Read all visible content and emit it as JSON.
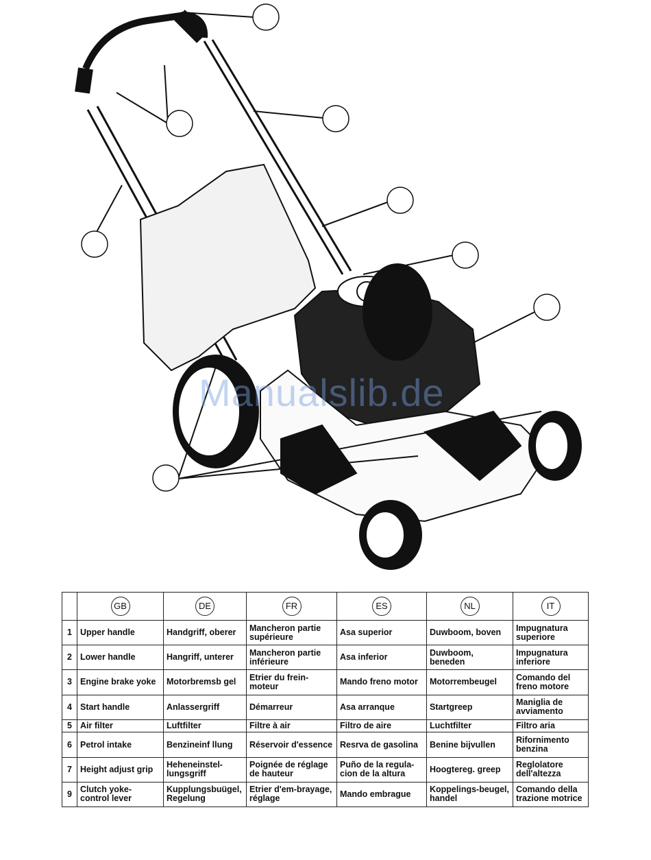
{
  "watermark": "Manualslib.de",
  "table": {
    "languages": [
      "GB",
      "DE",
      "FR",
      "ES",
      "NL",
      "IT"
    ],
    "rows": [
      {
        "num": "1",
        "cells": [
          "Upper handle",
          "Handgriff, oberer",
          "Mancheron partie supérieure",
          "Asa superior",
          "Duwboom, boven",
          "Impugnatura superiore"
        ]
      },
      {
        "num": "2",
        "cells": [
          "Lower handle",
          "Hangriff, unterer",
          "Mancheron partie inférieure",
          "Asa inferior",
          "Duwboom, beneden",
          "Impugnatura inferiore"
        ]
      },
      {
        "num": "3",
        "cells": [
          "Engine brake yoke",
          "Motorbremsb gel",
          "Etrier du frein-moteur",
          "Mando freno motor",
          "Motorrembeugel",
          "Comando del freno motore"
        ]
      },
      {
        "num": "4",
        "cells": [
          "Start handle",
          "Anlassergriff",
          "Démarreur",
          "Asa arranque",
          "Startgreep",
          "Maniglia de avviamento"
        ]
      },
      {
        "num": "5",
        "cells": [
          "Air filter",
          "Luftfilter",
          "Filtre à air",
          "Filtro de aire",
          "Luchtfilter",
          "Filtro aria"
        ]
      },
      {
        "num": "6",
        "cells": [
          "Petrol intake",
          "Benzineinf llung",
          "Réservoir d'essence",
          "Resrva de gasolina",
          "Benine bijvullen",
          "Rifornimento benzina"
        ]
      },
      {
        "num": "7",
        "cells": [
          "Height adjust grip",
          "Heheneinstel-lungsgriff",
          "Poignée de réglage de hauteur",
          "Puño de la regula-cion de la altura",
          "Hoogtereg. greep",
          "Reglolatore dell'altezza"
        ]
      },
      {
        "num": "9",
        "cells": [
          "Clutch yoke-control lever",
          "Kupplungsbuügel, Regelung",
          "Etrier d'em-brayage, réglage",
          "Mando embrague",
          "Koppelings-beugel, handel",
          "Comando della trazione motrice"
        ]
      }
    ]
  }
}
